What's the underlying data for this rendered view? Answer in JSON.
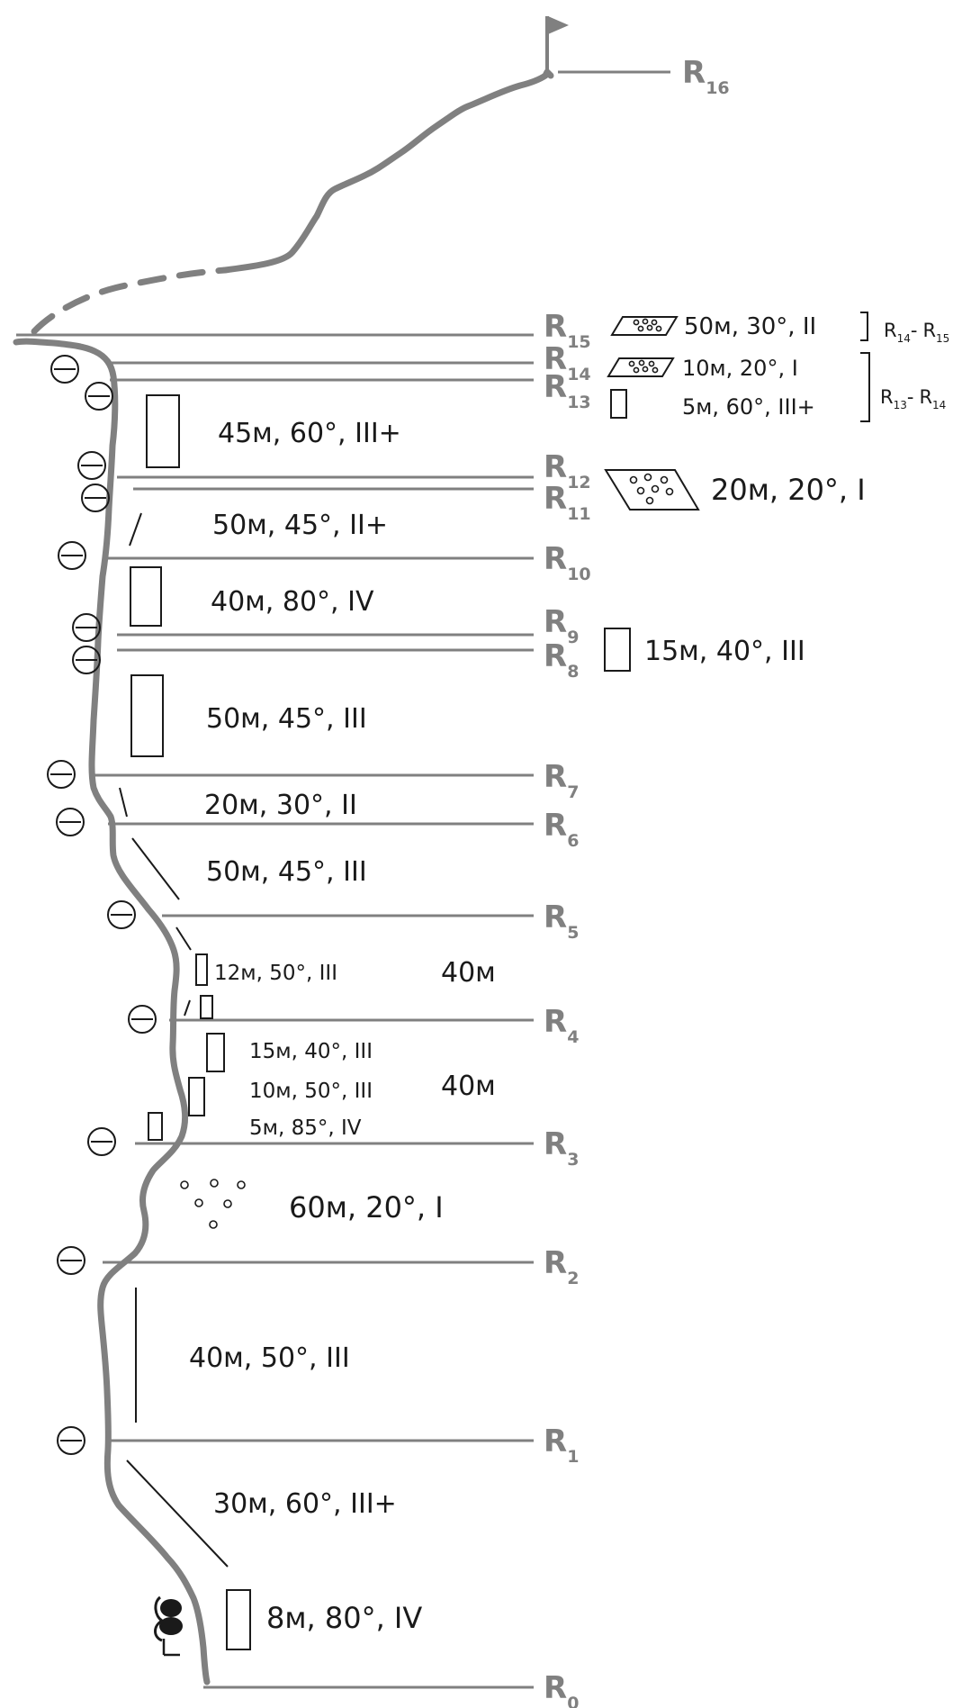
{
  "stations": [
    {
      "id": "R16",
      "base": "R",
      "sub": "16"
    },
    {
      "id": "R15",
      "base": "R",
      "sub": "15"
    },
    {
      "id": "R14",
      "base": "R",
      "sub": "14"
    },
    {
      "id": "R13",
      "base": "R",
      "sub": "13"
    },
    {
      "id": "R12",
      "base": "R",
      "sub": "12"
    },
    {
      "id": "R11",
      "base": "R",
      "sub": "11"
    },
    {
      "id": "R10",
      "base": "R",
      "sub": "10"
    },
    {
      "id": "R9",
      "base": "R",
      "sub": "9"
    },
    {
      "id": "R8",
      "base": "R",
      "sub": "8"
    },
    {
      "id": "R7",
      "base": "R",
      "sub": "7"
    },
    {
      "id": "R6",
      "base": "R",
      "sub": "6"
    },
    {
      "id": "R5",
      "base": "R",
      "sub": "5"
    },
    {
      "id": "R4",
      "base": "R",
      "sub": "4"
    },
    {
      "id": "R3",
      "base": "R",
      "sub": "3"
    },
    {
      "id": "R2",
      "base": "R",
      "sub": "2"
    },
    {
      "id": "R1",
      "base": "R",
      "sub": "1"
    },
    {
      "id": "R0",
      "base": "R",
      "sub": "0"
    }
  ],
  "pitches": [
    "50м, 30°, II",
    "10м, 20°, I",
    "5м, 60°, III+",
    "45м, 60°, III+",
    "20м, 20°, I",
    "50м, 45°, II+",
    "40м, 80°, IV",
    "15м, 40°, III",
    "50м, 45°, III",
    "20м, 30°, II",
    "50м, 45°, III",
    "12м, 50°, III",
    "40м",
    "15м, 40°, III",
    "10м, 50°, III",
    "5м, 85°, IV",
    "40м",
    "60м, 20°, I",
    "40м, 50°, III",
    "30м, 60°, III+",
    "8м, 80°, IV"
  ],
  "ranges": [
    {
      "from_base": "R",
      "from_sub": "14",
      "sep": "-",
      "to_base": "R",
      "to_sub": "15"
    },
    {
      "from_base": "R",
      "from_sub": "13",
      "sep": "-",
      "to_base": "R",
      "to_sub": "14"
    }
  ],
  "icons": {
    "flag": "summit-flag-icon",
    "belay": "belay-station-icon",
    "start": "start-knot-icon",
    "scree": "scree-slope-icon",
    "rock": "rock-wall-icon",
    "slab": "slab-icon"
  },
  "colors": {
    "ridge": "#808080",
    "labels": "#808080",
    "ink": "#1a1a1a"
  }
}
